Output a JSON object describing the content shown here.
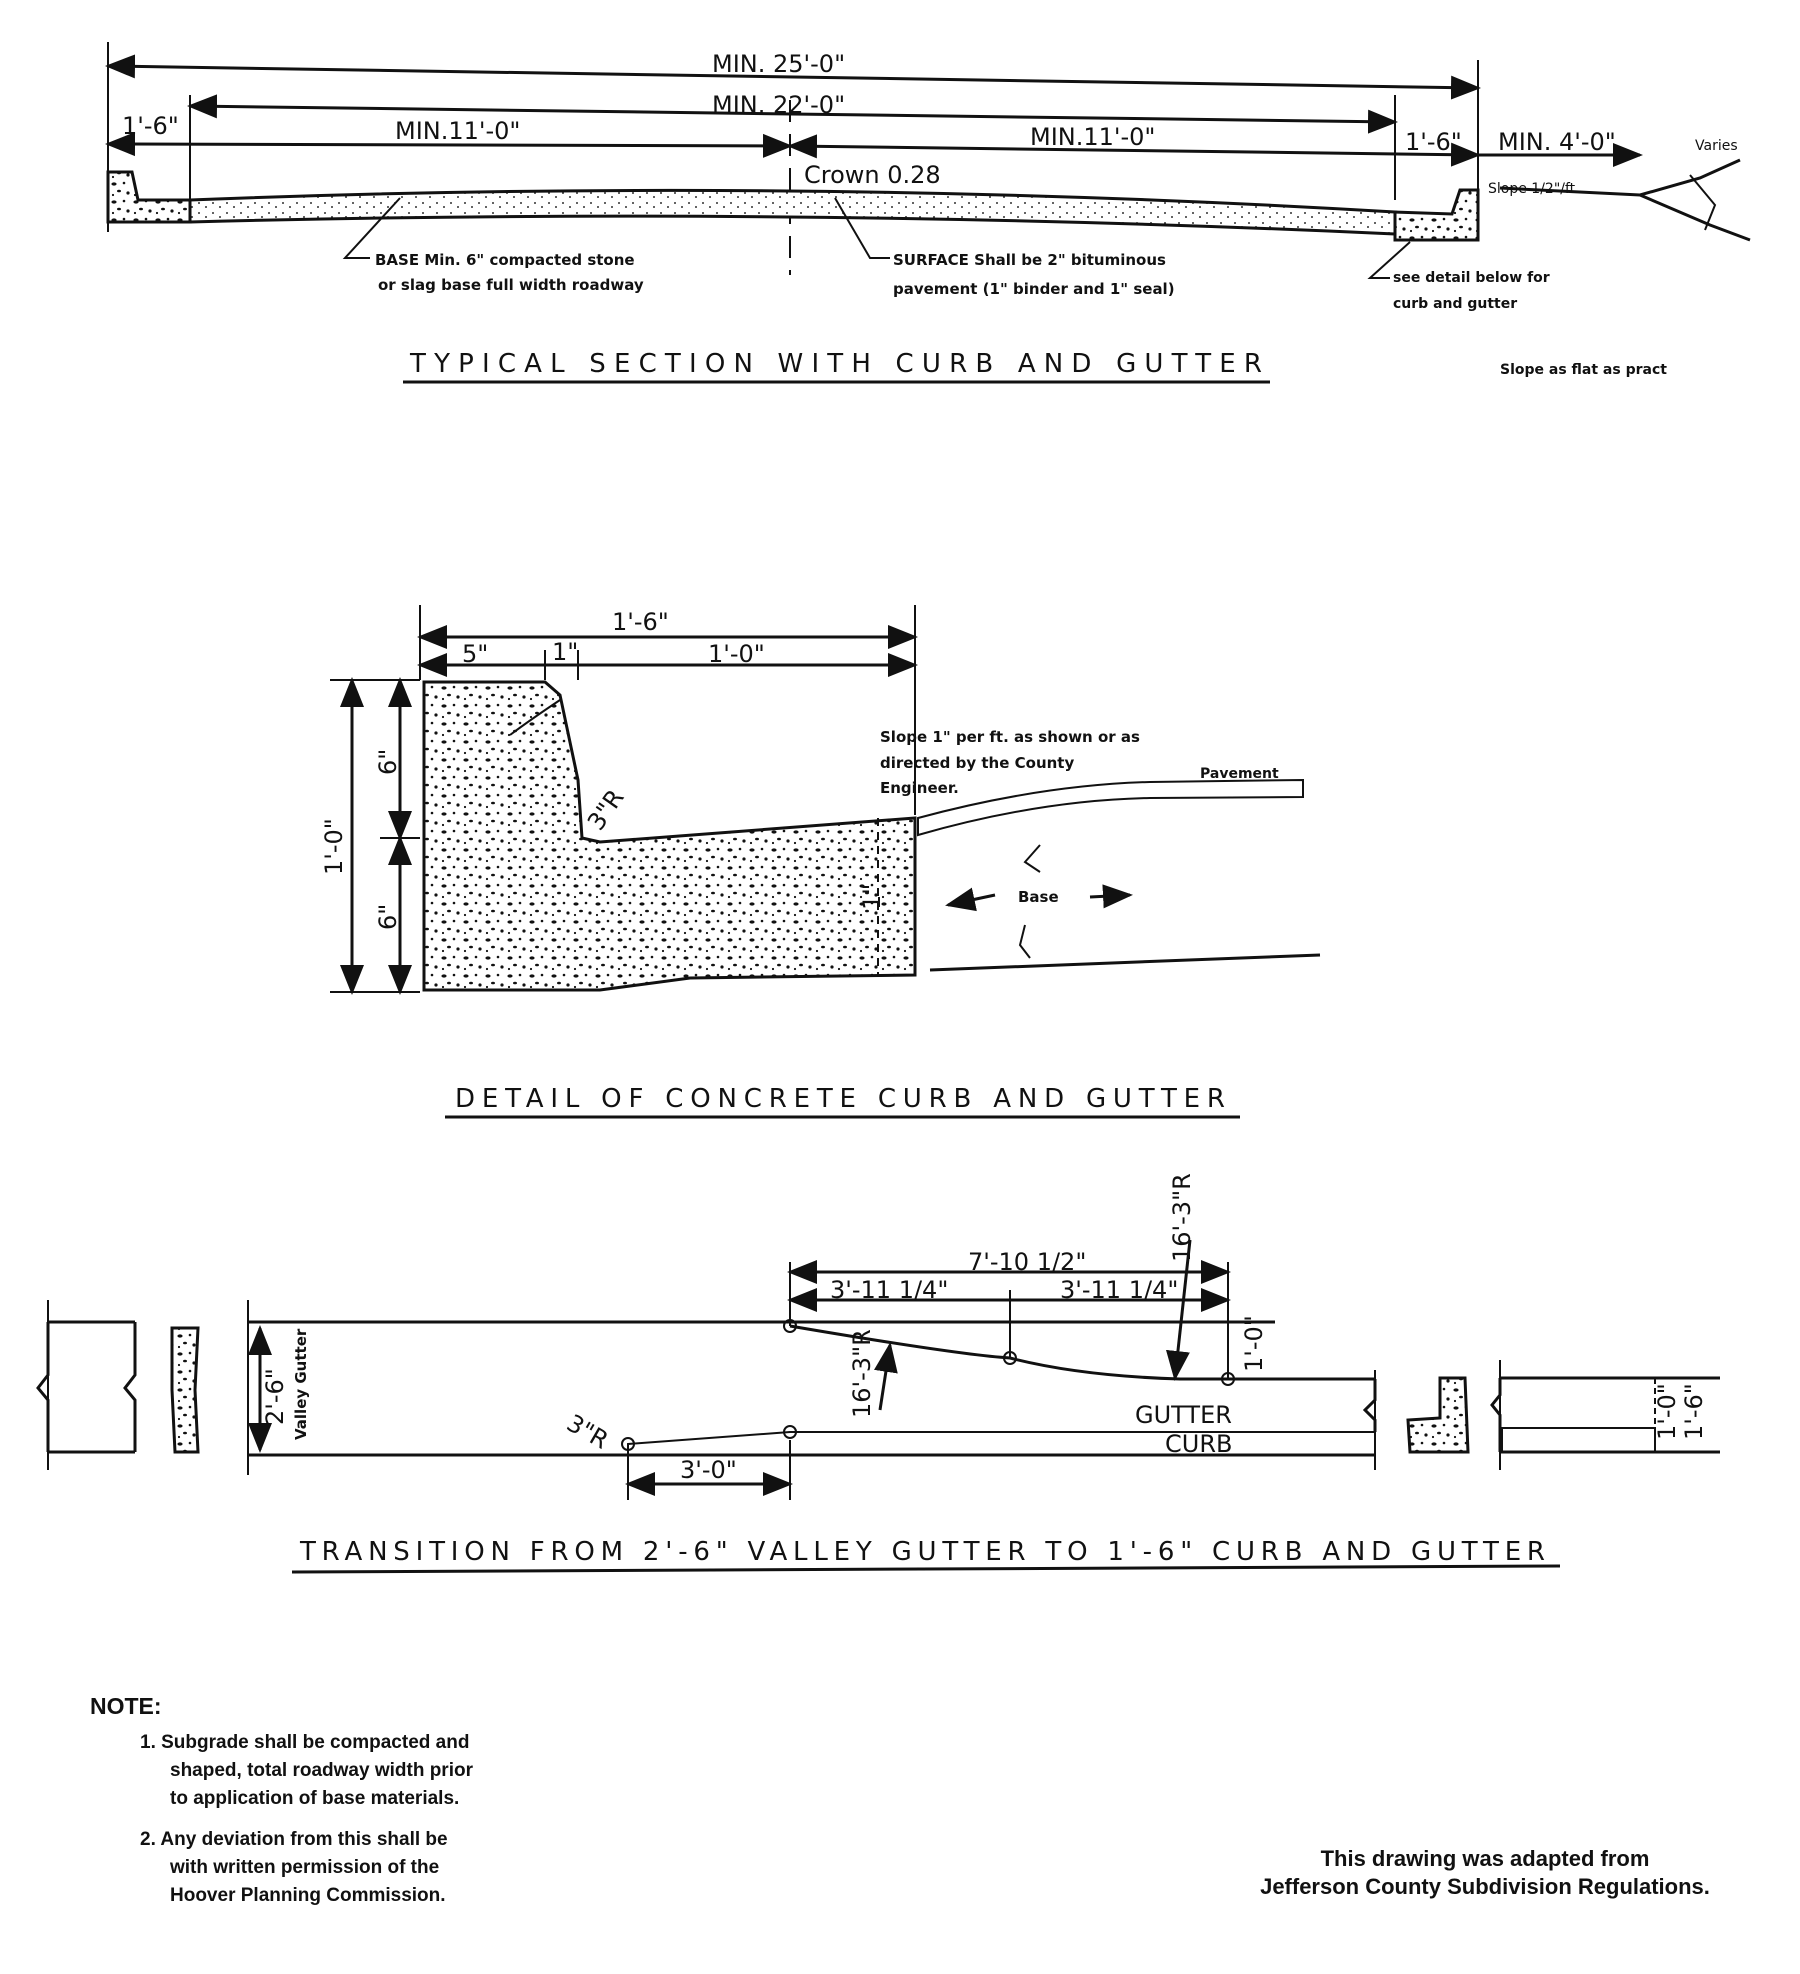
{
  "typical_section": {
    "title": "TYPICAL SECTION WITH CURB AND GUTTER",
    "dims": {
      "overall": "MIN. 25'-0\"",
      "pavement": "MIN. 22'-0\"",
      "left_curb": "1'-6\"",
      "right_curb": "1'-6\"",
      "left_lane": "MIN.11'-0\"",
      "right_lane": "MIN.11'-0\"",
      "shoulder": "MIN. 4'-0\"",
      "crown": "Crown 0.28",
      "slope": "Slope 1/2\"/ft"
    },
    "base_note_1": "BASE Min. 6\" compacted stone",
    "base_note_2": "or slag base full width roadway",
    "surface_note_1": "SURFACE Shall be 2\" bituminous",
    "surface_note_2": "pavement (1\" binder and 1\" seal)",
    "detail_note_1": "see detail below for",
    "detail_note_2": "curb and gutter",
    "slope_note": "Slope as flat as pract",
    "varies": "Varies"
  },
  "curb_detail": {
    "title": "DETAIL OF CONCRETE CURB AND GUTTER",
    "dims": {
      "width_total": "1'-6\"",
      "w5": "5\"",
      "w1": "1\"",
      "w10": "1'-0\"",
      "height_total": "1'-0\"",
      "h_top": "6\"",
      "h_bot": "6\"",
      "radius": "3\"R",
      "gutter_depth": "1\""
    },
    "slope_note_1": "Slope 1\" per ft. as shown or as",
    "slope_note_2": "directed by the County",
    "slope_note_3": "Engineer.",
    "pavement": "Pavement",
    "base": "Base"
  },
  "transition": {
    "title": "TRANSITION FROM 2'-6\" VALLEY GUTTER TO 1'-6\" CURB AND GUTTER",
    "dims": {
      "total": "7'-10 1/2\"",
      "half_a": "3'-11 1/4\"",
      "half_b": "3'-11 1/4\"",
      "big_radius": "16'-3\"R",
      "radius_a": "16'-3\"R",
      "small_radius": "3\"R",
      "taper": "3'-0\"",
      "offset": "1'-0\"",
      "valley": "2'-6\"",
      "right_a": "1'-0\"",
      "right_b": "1'-6\""
    },
    "valley_label": "Valley Gutter",
    "gutter_label": "GUTTER",
    "curb_label": "CURB"
  },
  "notes": {
    "heading": "NOTE:",
    "n1_l1": "1. Subgrade shall be compacted and",
    "n1_l2": "shaped, total roadway width prior",
    "n1_l3": "to application of base materials.",
    "n2_l1": "2. Any deviation from this shall be",
    "n2_l2": "with written permission of the",
    "n2_l3": "Hoover Planning Commission."
  },
  "credit": {
    "line1": "This drawing was adapted from",
    "line2": "Jefferson County Subdivision Regulations."
  }
}
